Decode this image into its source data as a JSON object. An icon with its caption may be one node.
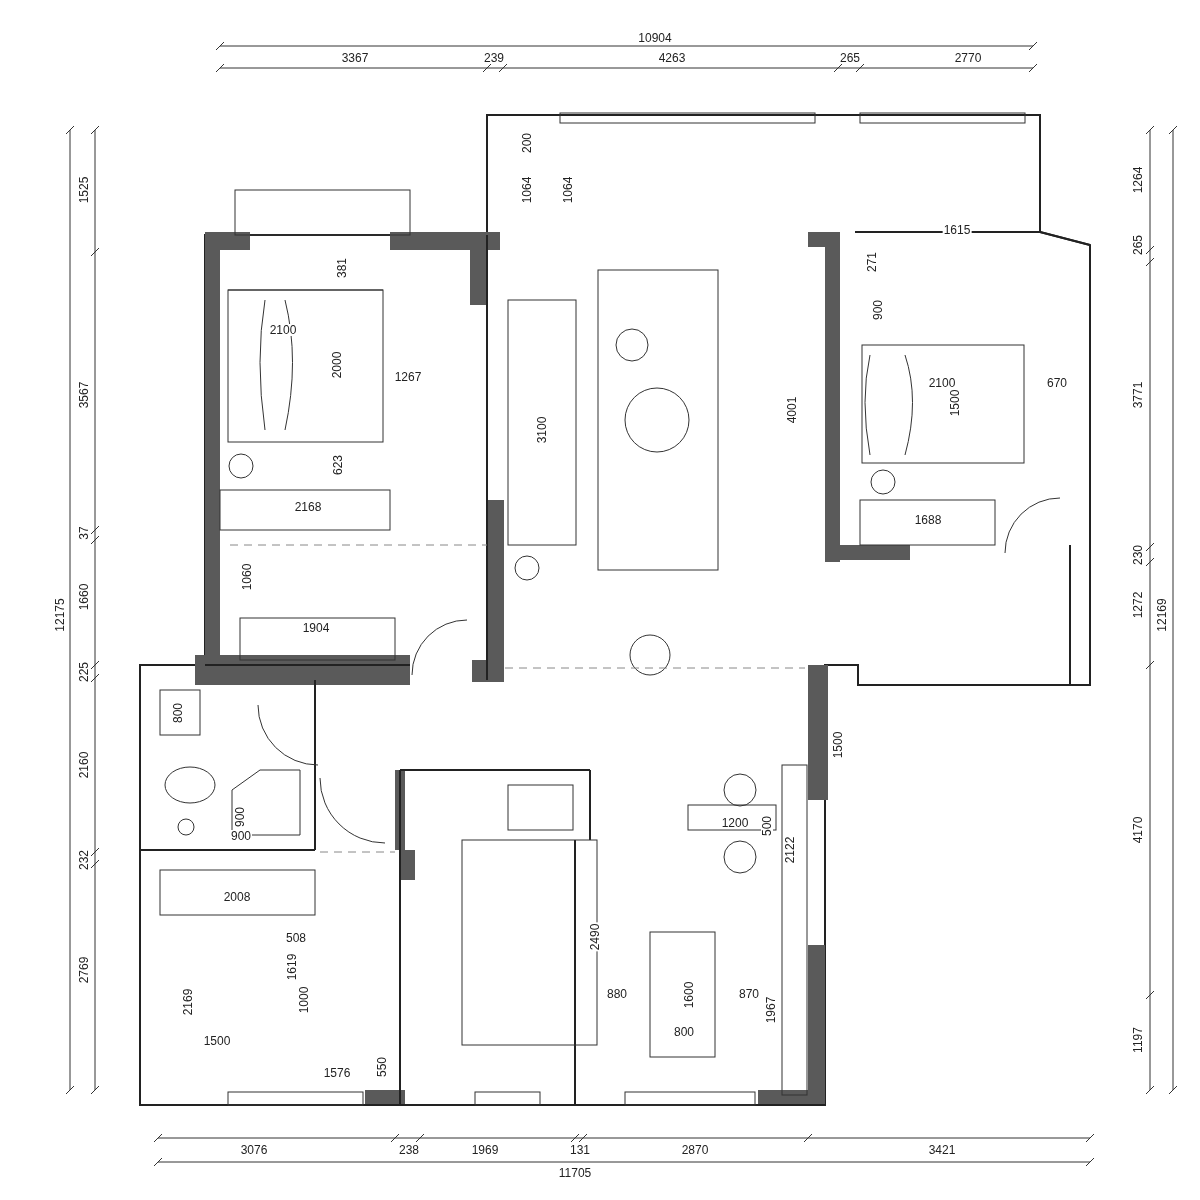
{
  "diagram": {
    "labels": [
      "10904",
      "3367",
      "239",
      "4263",
      "265",
      "2770",
      "200",
      "1264",
      "1525",
      "1064",
      "1064",
      "1615",
      "265",
      "271",
      "381",
      "900",
      "2100",
      "2000",
      "1267",
      "2100",
      "670",
      "3567",
      "3771",
      "1500",
      "4001",
      "3100",
      "623",
      "2168",
      "1688",
      "37",
      "230",
      "1060",
      "1660",
      "1272",
      "12175",
      "12169",
      "1904",
      "225",
      "800",
      "1500",
      "2160",
      "900",
      "1200",
      "500",
      "4170",
      "900",
      "2122",
      "232",
      "2008",
      "2490",
      "508",
      "1619",
      "2769",
      "880",
      "870",
      "1600",
      "1000",
      "2169",
      "1967",
      "1197",
      "800",
      "1500",
      "550",
      "1576",
      "3076",
      "238",
      "1969",
      "131",
      "2870",
      "3421",
      "11705"
    ]
  }
}
